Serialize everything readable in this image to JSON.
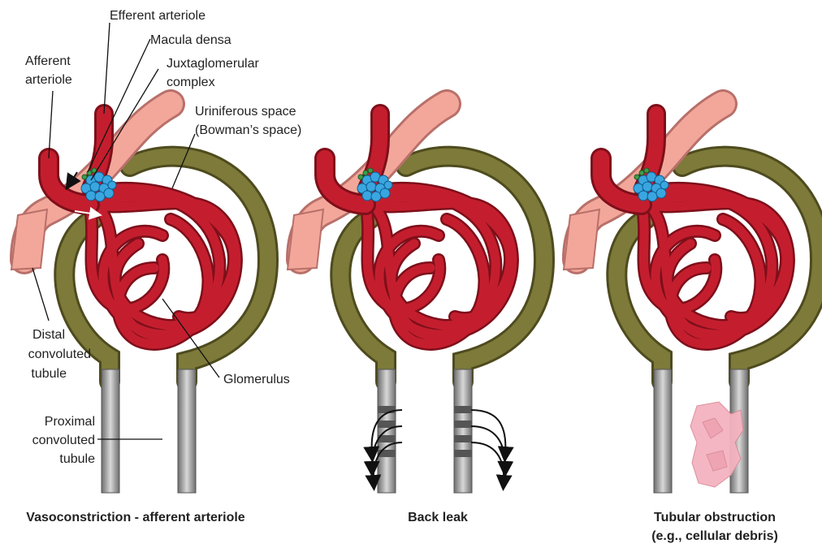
{
  "labels": {
    "efferent_arteriole": "Efferent arteriole",
    "macula_densa": "Macula densa",
    "juxtaglomerular_1": "Juxtaglomerular",
    "juxtaglomerular_2": "complex",
    "afferent_1": "Afferent",
    "afferent_2": "arteriole",
    "uriniferous_1": "Uriniferous space",
    "uriniferous_2": "(Bowman’s space)",
    "distal_1": "Distal",
    "distal_2": "convoluted",
    "distal_3": "tubule",
    "glomerulus": "Glomerulus",
    "proximal_1": "Proximal",
    "proximal_2": "convoluted",
    "proximal_3": "tubule"
  },
  "captions": {
    "panel1": "Vasoconstriction - afferent arteriole",
    "panel2": "Back leak",
    "panel3_1": "Tubular obstruction",
    "panel3_2": "(e.g., cellular debris)"
  },
  "colors": {
    "vessel": "#c41e2e",
    "vessel_dark": "#7e0f1a",
    "tubule_pink": "#f2a79a",
    "capsule": "#7d7a3a",
    "capsule_light": "#b5b26a",
    "proximal_gray": "#a9a9a9",
    "juxta_blue": "#3aa6e0",
    "macula_green": "#3b9e4a",
    "debris": "#f4b3bf"
  }
}
